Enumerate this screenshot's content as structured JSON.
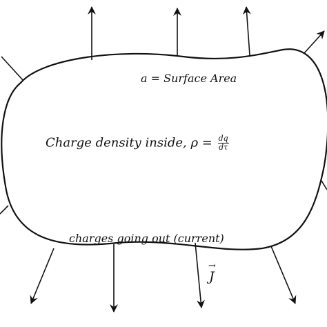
{
  "diagram": {
    "surface_label": "a = Surface Area",
    "density_label": {
      "text": "Charge density inside,",
      "symbol": "ρ =",
      "frac_num": "dq",
      "frac_den": "dτ"
    },
    "outflow_label": "charges going out (current)",
    "current_symbol": "J"
  },
  "colors": {
    "stroke": "#111111",
    "background": "#ffffff"
  }
}
